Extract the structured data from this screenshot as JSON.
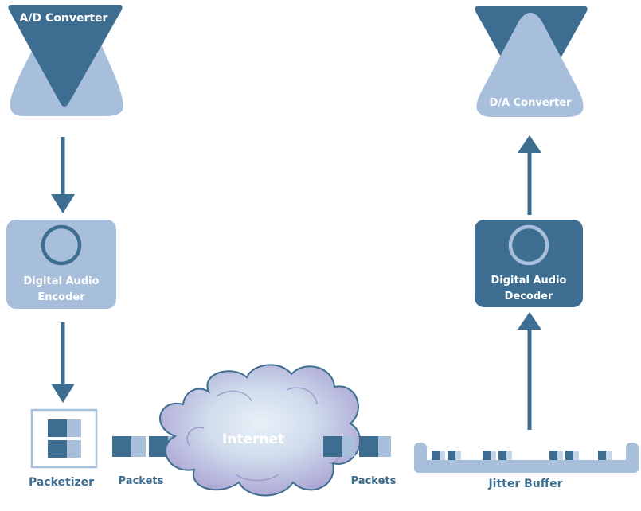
{
  "nodes": {
    "ad_converter": "A/D Converter",
    "encoder_line1": "Digital Audio",
    "encoder_line2": "Encoder",
    "packetizer": "Packetizer",
    "packets_left": "Packets",
    "internet": "Internet",
    "packets_right": "Packets",
    "jitter_buffer": "Jitter Buffer",
    "decoder_line1": "Digital Audio",
    "decoder_line2": "Decoder",
    "da_converter": "D/A Converter"
  },
  "colors": {
    "dark_blue": "#3d6e91",
    "light_blue": "#a7bfdb",
    "cloud_purple": "#b3a6d3",
    "cloud_light": "#dce8f3"
  }
}
